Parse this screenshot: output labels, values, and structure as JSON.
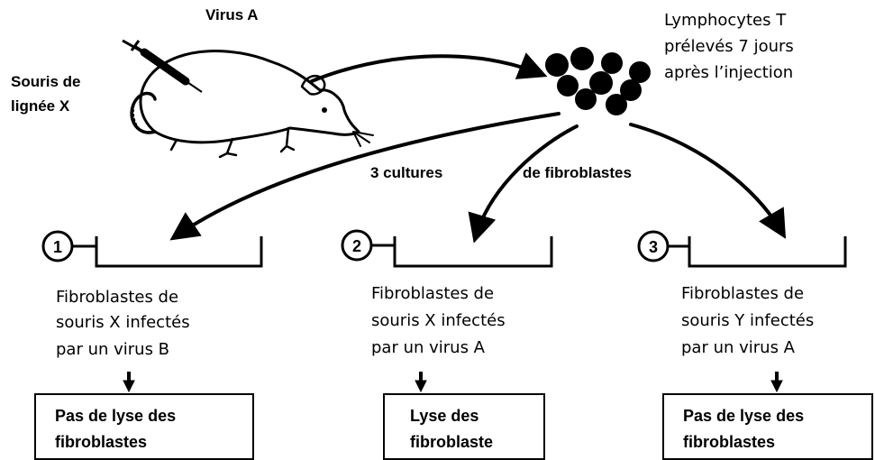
{
  "virus_label": "Virus A",
  "mouse_label": [
    "Souris de",
    "lignée X"
  ],
  "lymphocytes_label": [
    "Lymphocytes T",
    "prélevés 7 jours",
    "après l’injection"
  ],
  "cultures_label": [
    "3 cultures",
    "de fibroblastes"
  ],
  "cultures": [
    {
      "number": "1",
      "description": [
        "Fibroblastes de",
        "souris X infectés",
        "par un virus B"
      ],
      "result": [
        "Pas de lyse des",
        "fibroblastes"
      ]
    },
    {
      "number": "2",
      "description": [
        "Fibroblastes de",
        "souris X infectés",
        "par un virus A"
      ],
      "result": [
        "Lyse des",
        "fibroblaste"
      ]
    },
    {
      "number": "3",
      "description": [
        "Fibroblastes de",
        "souris Y infectés",
        "par un virus A"
      ],
      "result": [
        "Pas de lyse des",
        "fibroblastes"
      ]
    }
  ]
}
